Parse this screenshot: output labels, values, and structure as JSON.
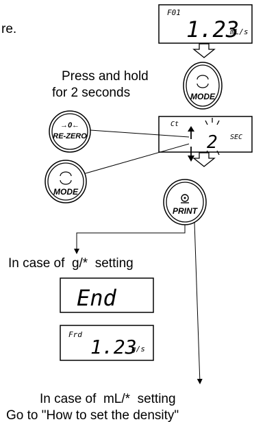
{
  "intro_fragment": "re.",
  "display_top": {
    "code": "F01",
    "value": "1.23",
    "unit": "mL/s"
  },
  "instruction": {
    "line1": "Press and hold",
    "line2": "for 2 seconds"
  },
  "keys": {
    "mode": "MODE",
    "rezero_symbol": "→0←",
    "rezero": "RE-ZERO",
    "print": "PRINT"
  },
  "display_mid": {
    "code": "Ct",
    "value": "2",
    "unit": "SEC"
  },
  "branch_g": {
    "label": "In case of  g/*  setting"
  },
  "display_end": {
    "value": "End"
  },
  "display_frd": {
    "code": "Frd",
    "value": "1.23",
    "unit": "g/s"
  },
  "branch_ml": {
    "label": "In case of  mL/*  setting",
    "next_step": "Go to \"How to set the density\""
  }
}
